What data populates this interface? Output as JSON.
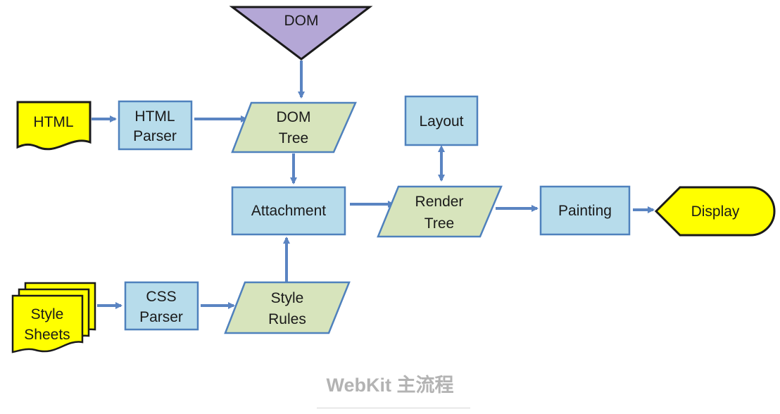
{
  "diagram": {
    "colors": {
      "process_fill": "#b7dceb",
      "process_stroke": "#4f81bd",
      "data_fill": "#d7e4bc",
      "data_stroke": "#4f81bd",
      "io_fill": "#ffff00",
      "io_stroke": "#1a1a1a",
      "dom_fill": "#b4a7d6",
      "arrow": "#5a84c2"
    },
    "nodes": {
      "dom": {
        "line1": "DOM"
      },
      "html": {
        "line1": "HTML"
      },
      "html_parser": {
        "line1": "HTML",
        "line2": "Parser"
      },
      "dom_tree": {
        "line1": "DOM",
        "line2": "Tree"
      },
      "layout": {
        "line1": "Layout"
      },
      "attachment": {
        "line1": "Attachment"
      },
      "render_tree": {
        "line1": "Render",
        "line2": "Tree"
      },
      "painting": {
        "line1": "Painting"
      },
      "display": {
        "line1": "Display"
      },
      "style_sheets": {
        "line1": "Style",
        "line2": "Sheets"
      },
      "css_parser": {
        "line1": "CSS",
        "line2": "Parser"
      },
      "style_rules": {
        "line1": "Style",
        "line2": "Rules"
      }
    }
  },
  "caption": "WebKit 主流程"
}
